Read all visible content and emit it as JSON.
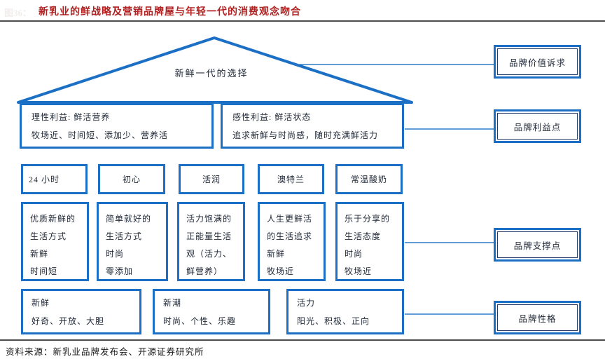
{
  "figure": {
    "faint_label": "图36：",
    "title": "新乳业的鲜战略及营销品牌屋与年轻一代的消费观念吻合",
    "source": "资料来源：新乳业品牌发布会、开源证券研究所"
  },
  "colors": {
    "border-blue": "#1b6fc4",
    "line-blue": "#2e7cc9",
    "title-red": "#b02020",
    "text-ink": "#1e2736",
    "rule-dark": "#4d4d4d"
  },
  "house": {
    "roof_label": "新鲜一代的选择",
    "benefit_boxes": [
      {
        "line1": "理性利益: 鲜活营养",
        "line2": "牧场近、时间短、添加少、营养活"
      },
      {
        "line1": "感性利益: 鲜活状态",
        "line2": "追求新鲜与时尚感，随时充满鲜活力"
      }
    ],
    "brand_boxes": [
      "24 小时",
      "初心",
      "活润",
      "澳特兰",
      "常温酸奶"
    ],
    "support_boxes": [
      {
        "lines": [
          "优质新鲜的",
          "生活方式",
          "新鲜",
          "时间短"
        ]
      },
      {
        "lines": [
          "简单就好的",
          "生活方式",
          "时尚",
          "零添加"
        ]
      },
      {
        "lines": [
          "活力饱满的",
          "正能量生活",
          "观（活力、",
          "鲜营养）"
        ]
      },
      {
        "lines": [
          "人生更鲜活",
          "的生活追求",
          "新鲜",
          "牧场近"
        ]
      },
      {
        "lines": [
          "乐于分享的",
          "生活态度",
          "时尚",
          "牧场近"
        ]
      }
    ],
    "personality_boxes": [
      {
        "line1": "新鲜",
        "line2": "好奇、开放、大胆"
      },
      {
        "line1": "新潮",
        "line2": "时尚、个性、乐趣"
      },
      {
        "line1": "活力",
        "line2": "阳光、积极、正向"
      }
    ]
  },
  "right_labels": [
    "品牌价值诉求",
    "品牌利益点",
    "品牌支撑点",
    "品牌性格"
  ]
}
